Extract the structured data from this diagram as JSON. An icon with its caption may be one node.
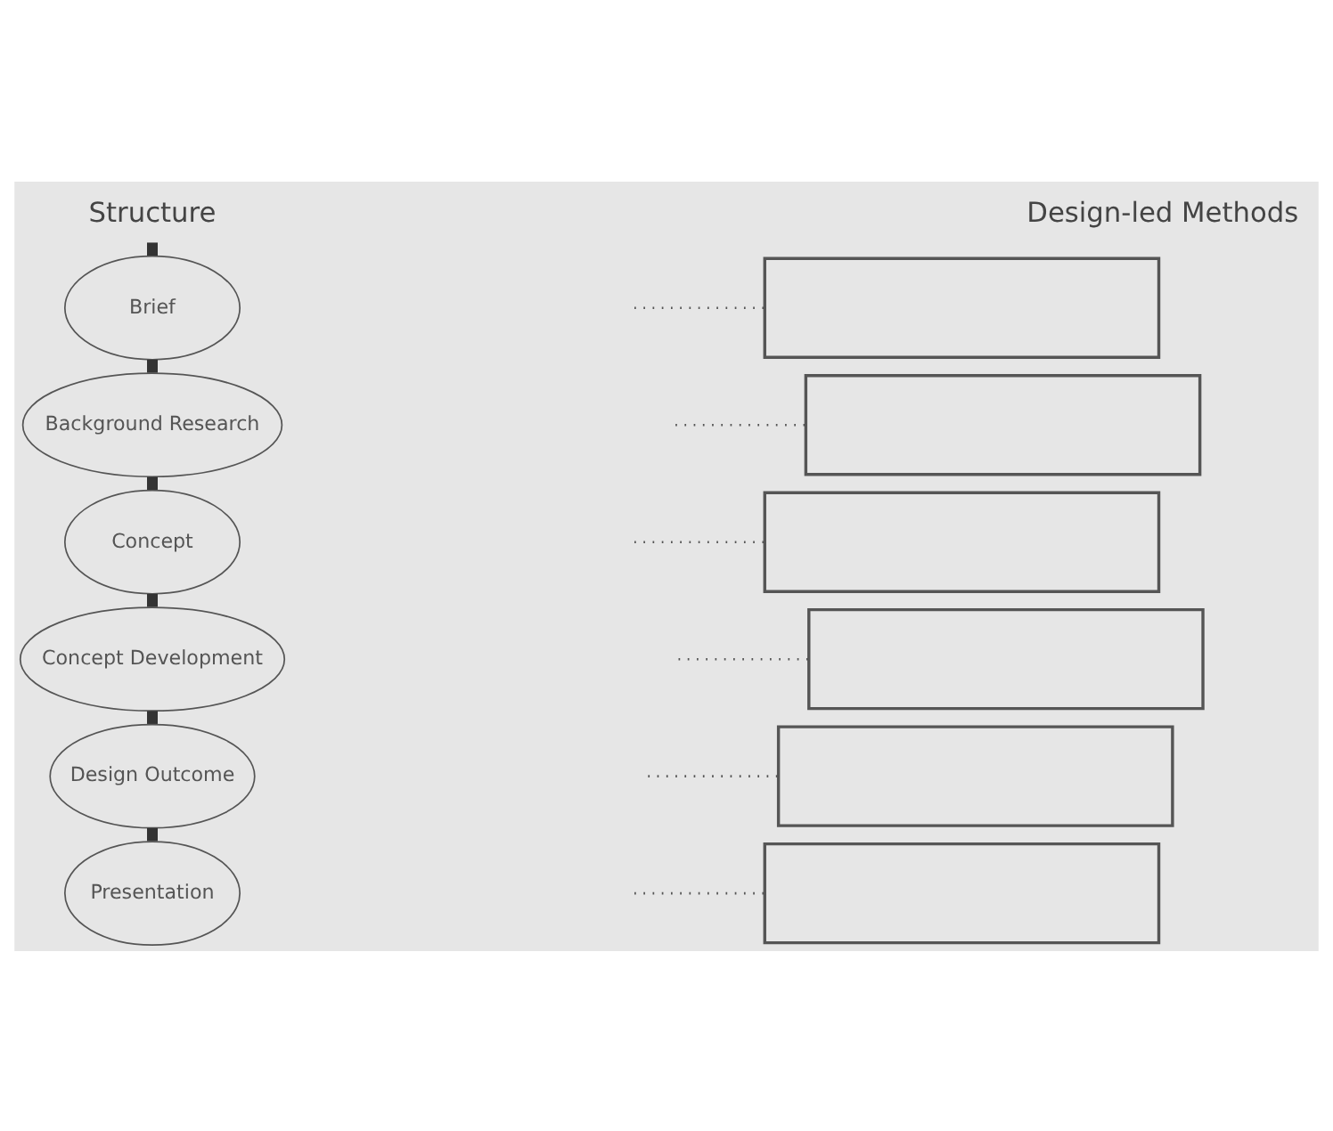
{
  "diagram": {
    "nodes": [
      {
        "text": [
          "Structure"
        ]
      },
      {
        "text": [
          "Brief"
        ]
      },
      {
        "text": [
          "Background Research"
        ]
      },
      {
        "text": [
          "Concept"
        ]
      },
      {
        "text": [
          "Concept Development"
        ]
      },
      {
        "text": [
          "Design Outcome"
        ]
      },
      {
        "text": [
          "Presentation"
        ]
      },
      {
        "text": [],
        "shape": "box"
      },
      {
        "text": [],
        "shape": "box"
      },
      {
        "text": [],
        "shape": "box"
      },
      {
        "text": [],
        "shape": "box"
      },
      {
        "text": [],
        "shape": "box"
      },
      {
        "text": [],
        "shape": "box"
      }
    ],
    "edges": [
      {
        "from": 0,
        "to": 1,
        "arrow": "none",
        "style": "thick"
      },
      {
        "from": 1,
        "to": 2,
        "arrow": "none",
        "style": "thick"
      },
      {
        "from": 2,
        "to": 3,
        "arrow": "none",
        "style": "thick"
      },
      {
        "from": 3,
        "to": 4,
        "arrow": "none",
        "style": "thick"
      },
      {
        "from": 4,
        "to": 5,
        "arrow": "none",
        "style": "thick"
      },
      {
        "from": 5,
        "to": 6,
        "arrow": "none",
        "style": "thick"
      },
      {
        "from": null,
        "to": 7,
        "arrow": "none",
        "style": "dashed"
      },
      {
        "from": null,
        "to": 8,
        "arrow": "none",
        "style": "dashed"
      },
      {
        "from": null,
        "to": 9,
        "arrow": "none",
        "style": "dashed"
      },
      {
        "from": null,
        "to": 10,
        "arrow": "none",
        "style": "dashed"
      },
      {
        "from": null,
        "to": 11,
        "arrow": "none",
        "style": "dashed"
      },
      {
        "from": null,
        "to": 12,
        "arrow": "none",
        "style": "dashed"
      }
    ],
    "labels": [
      "Design-led Methods"
    ]
  }
}
